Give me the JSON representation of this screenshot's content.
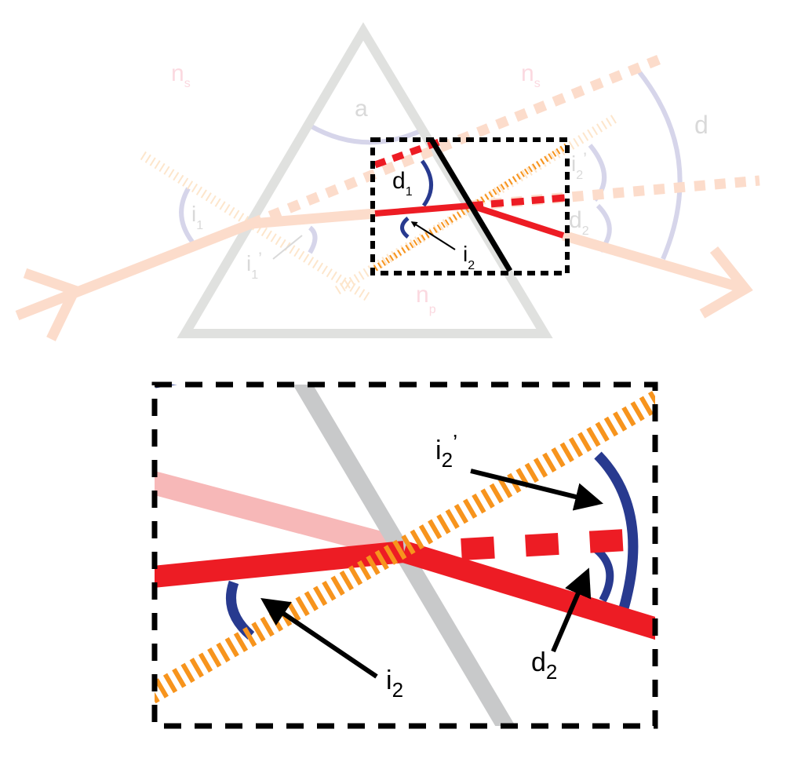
{
  "overview": {
    "labels": {
      "ns_left": "n",
      "ns_left_sub": "s",
      "ns_right": "n",
      "ns_right_sub": "s",
      "np": "n",
      "np_sub": "p",
      "apex_angle": "a",
      "deviation": "d",
      "i1": "i",
      "i1_sub": "1",
      "i1_prime": "i",
      "i1_prime_sub": "1",
      "i1_prime_mark": "’",
      "d1": "d",
      "d1_sub": "1",
      "i2": "i",
      "i2_sub": "2",
      "i2_prime": "i",
      "i2_prime_sub": "2",
      "i2_prime_mark": "’",
      "d2": "d",
      "d2_sub": "2"
    }
  },
  "detail": {
    "labels": {
      "i2_prime": "i",
      "i2_prime_sub": "2",
      "i2_prime_mark": "’",
      "i2": "i",
      "i2_sub": "2",
      "d2": "d",
      "d2_sub": "2"
    }
  },
  "colors": {
    "prism": "#e0e1df",
    "ray_faded": "#fcdccb",
    "ray": "#ed1c24",
    "ray_pink": "#f7b8b8",
    "normal": "#f7941d",
    "normal_faded": "#fde6cc",
    "arc": "#283a8f",
    "arc_faded": "#d6d5ea",
    "surface": "#c8c9ca",
    "label_faded": "#d9d9d9",
    "label_pink": "#fbd9e0"
  }
}
